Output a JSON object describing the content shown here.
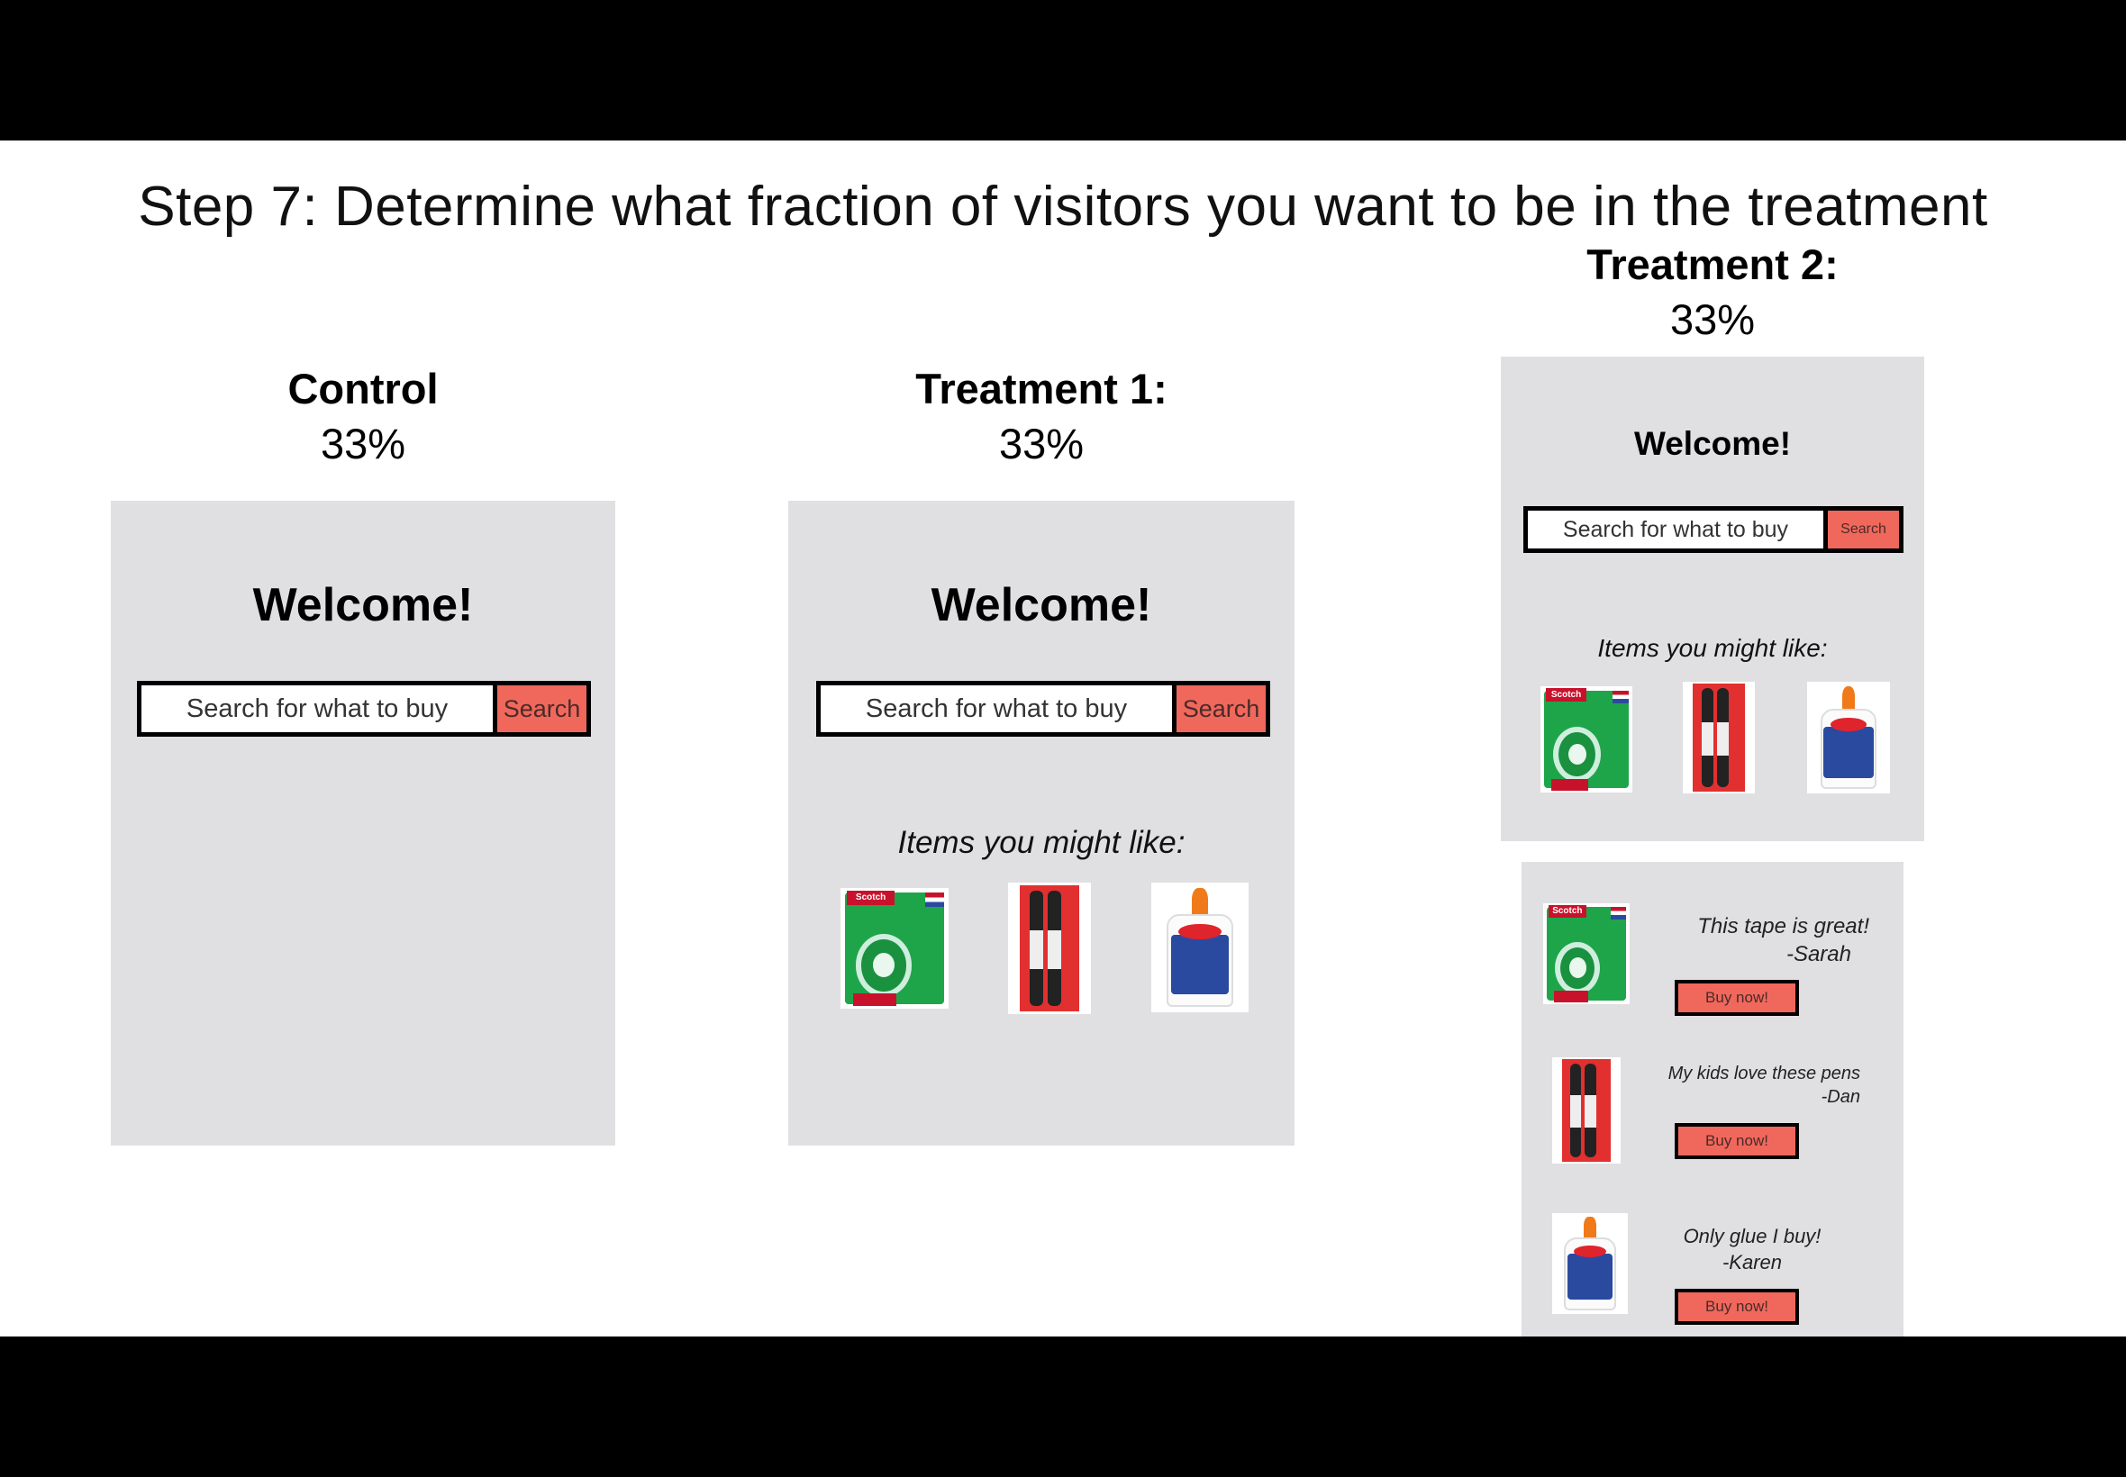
{
  "slide": {
    "title": "Step 7: Determine what fraction of visitors you want to be in the treatment"
  },
  "control": {
    "heading": "Control",
    "percent": "33%",
    "welcome": "Welcome!",
    "search_placeholder": "Search for what to buy",
    "search_button": "Search"
  },
  "treatment1": {
    "heading": "Treatment 1:",
    "percent": "33%",
    "welcome": "Welcome!",
    "search_placeholder": "Search for what to buy",
    "search_button": "Search",
    "items_label": "Items you might like:",
    "items": [
      {
        "icon": "scotch-tape-icon"
      },
      {
        "icon": "markers-icon"
      },
      {
        "icon": "glue-bottle-icon"
      }
    ]
  },
  "treatment2": {
    "heading": "Treatment 2:",
    "percent": "33%",
    "welcome": "Welcome!",
    "search_placeholder": "Search for what to buy",
    "search_button": "Search",
    "items_label": "Items you might like:",
    "reviews": [
      {
        "quote": "This tape is great!",
        "author": "-Sarah",
        "button": "Buy now!"
      },
      {
        "quote": "My kids love these pens",
        "author": "-Dan",
        "button": "Buy now!"
      },
      {
        "quote": "Only glue I buy!",
        "author": "-Karen",
        "button": "Buy now!"
      }
    ]
  },
  "colors": {
    "panel_bg": "#e0e0e3",
    "search_button_bg": "#f0685c",
    "letterbox": "#000000"
  }
}
